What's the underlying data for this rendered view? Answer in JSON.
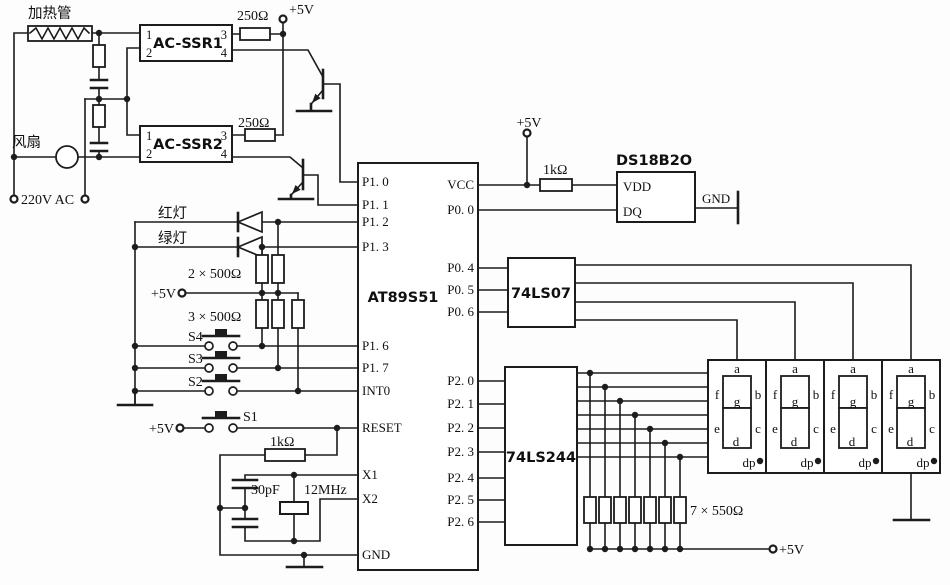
{
  "labels": {
    "heater": "加热管",
    "fan": "风扇",
    "mains": "220V AC",
    "ssr1": "AC-SSR1",
    "ssr2": "AC-SSR2",
    "r250_1": "250Ω",
    "r250_2": "250Ω",
    "v5_ssr": "+5V",
    "red_lamp": "红灯",
    "green_lamp": "绿灯",
    "r_2x500": "2 × 500Ω",
    "v5_led": "+5V",
    "r_3x500": "3 × 500Ω",
    "s4": "S4",
    "s3": "S3",
    "s2": "S2",
    "s1": "S1",
    "v5_s1": "+5V",
    "r_reset": "1kΩ",
    "c_osc": "30pF",
    "xtal": "12MHz",
    "v5_sensor": "+5V",
    "r_sensor": "1kΩ",
    "sensor": "DS18B2O",
    "sensor_vdd": "VDD",
    "sensor_dq": "DQ",
    "sensor_gnd": "GND",
    "ls07": "74LS07",
    "ls244": "74LS244",
    "r_seg": "7 × 550Ω",
    "v5_seg": "+5V"
  },
  "ssr_pins": [
    "1",
    "2",
    "3",
    "4"
  ],
  "mcu": {
    "name": "AT89S51",
    "left_pins": [
      "P1. 0",
      "P1. 1",
      "P1. 2",
      "P1. 3",
      "P1. 6",
      "P1. 7",
      "INT0",
      "RESET",
      "X1",
      "X2",
      "GND"
    ],
    "right_pins": [
      "VCC",
      "P0. 0",
      "P0. 4",
      "P0. 5",
      "P0. 6",
      "P2. 0",
      "P2. 1",
      "P2. 2",
      "P2. 3",
      "P2. 4",
      "P2. 5",
      "P2. 6"
    ]
  },
  "display": {
    "digit_count": 4,
    "segment_labels": [
      "a",
      "f",
      "b",
      "g",
      "e",
      "c",
      "d",
      "dp"
    ]
  }
}
